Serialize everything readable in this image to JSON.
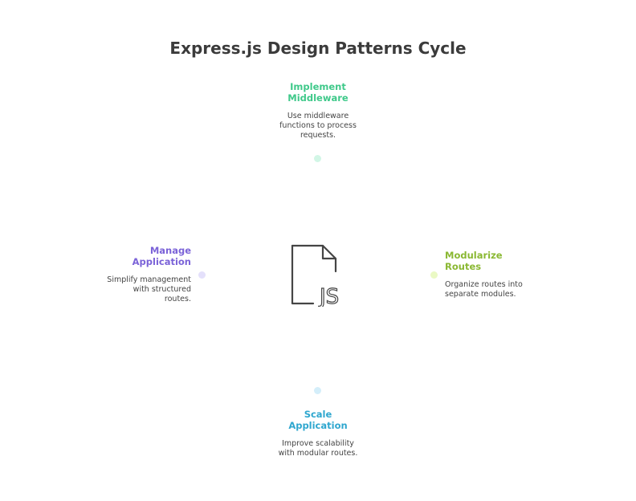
{
  "title": "Express.js Design Patterns Cycle",
  "center_icon": "javascript-file-icon",
  "center_icon_text": "JS",
  "steps": [
    {
      "title": "Implement\nMiddleware",
      "description": "Use middleware\nfunctions to process\nrequests.",
      "color": "#3fc98a",
      "dot_color": "#d2f6e6"
    },
    {
      "title": "Modularize\nRoutes",
      "description": "Organize routes into\nseparate modules.",
      "color": "#8ab832",
      "dot_color": "#eaf9c4"
    },
    {
      "title": "Scale\nApplication",
      "description": "Improve scalability\nwith modular routes.",
      "color": "#2fa7cf",
      "dot_color": "#d4eefa"
    },
    {
      "title": "Manage\nApplication",
      "description": "Simplify management\nwith structured\nroutes.",
      "color": "#7b63d8",
      "dot_color": "#e4e0fb"
    }
  ]
}
